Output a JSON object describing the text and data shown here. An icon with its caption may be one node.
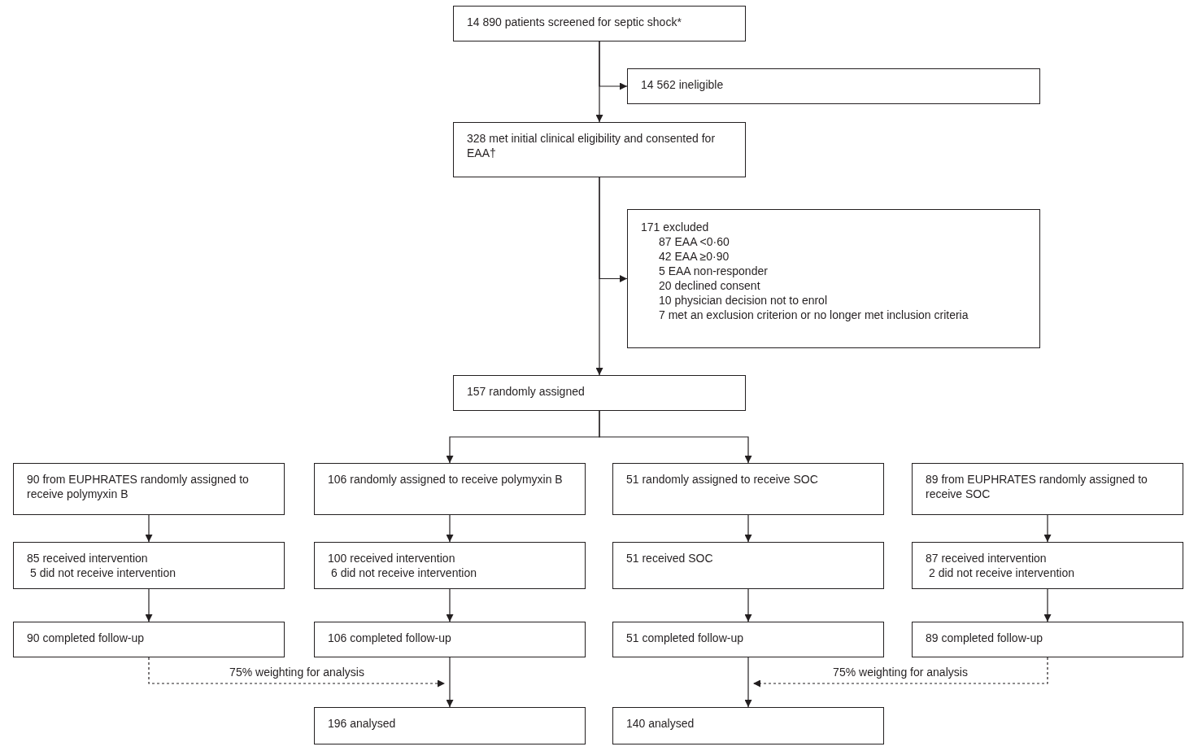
{
  "diagram": {
    "nodes": [
      {
        "text": [
          "14 890 patients screened for septic shock*"
        ]
      },
      {
        "text": [
          "14 562 ineligible"
        ]
      },
      {
        "text": [
          "328 met initial clinical eligibility and consented for EAA†"
        ]
      },
      {
        "text": [
          "171 excluded",
          "87 EAA <0·60",
          "42 EAA ≥0·90",
          "5 EAA non-responder",
          "20 declined consent",
          "10 physician decision not to enrol",
          "7 met an exclusion criterion or no longer met inclusion criteria"
        ]
      },
      {
        "text": [
          "157 randomly assigned"
        ]
      },
      {
        "text": [
          "90 from EUPHRATES randomly assigned to receive polymyxin B"
        ]
      },
      {
        "text": [
          "106 randomly assigned to receive polymyxin B"
        ]
      },
      {
        "text": [
          "51 randomly assigned to receive SOC"
        ]
      },
      {
        "text": [
          "89 from EUPHRATES randomly assigned to receive SOC"
        ]
      },
      {
        "text": [
          "85 received intervention",
          "5 did not receive intervention"
        ]
      },
      {
        "text": [
          "100 received intervention",
          "6 did not receive intervention"
        ]
      },
      {
        "text": [
          "51 received SOC"
        ]
      },
      {
        "text": [
          "87 received intervention",
          "2 did not receive intervention"
        ]
      },
      {
        "text": [
          "90 completed follow-up"
        ]
      },
      {
        "text": [
          "106 completed follow-up"
        ]
      },
      {
        "text": [
          "51 completed follow-up"
        ]
      },
      {
        "text": [
          "89 completed follow-up"
        ]
      },
      {
        "text": [
          "196 analysed"
        ]
      },
      {
        "text": [
          "140 analysed"
        ]
      }
    ],
    "edges": [
      {
        "from": 0,
        "to": 2,
        "arrow": "to"
      },
      {
        "from": 0,
        "to": 1,
        "arrow": "to"
      },
      {
        "from": 2,
        "to": 4,
        "arrow": "to"
      },
      {
        "from": 2,
        "to": 3,
        "arrow": "to"
      },
      {
        "from": 4,
        "to": 6,
        "arrow": "to"
      },
      {
        "from": 4,
        "to": 7,
        "arrow": "to"
      },
      {
        "from": 5,
        "to": 9,
        "arrow": "to"
      },
      {
        "from": 6,
        "to": 10,
        "arrow": "to"
      },
      {
        "from": 7,
        "to": 11,
        "arrow": "to"
      },
      {
        "from": 8,
        "to": 12,
        "arrow": "to"
      },
      {
        "from": 9,
        "to": 13,
        "arrow": "to"
      },
      {
        "from": 10,
        "to": 14,
        "arrow": "to"
      },
      {
        "from": 11,
        "to": 15,
        "arrow": "to"
      },
      {
        "from": 12,
        "to": 16,
        "arrow": "to"
      },
      {
        "from": 13,
        "to": 17,
        "arrow": "to",
        "label": "75% weighting for analysis",
        "style": "dashed"
      },
      {
        "from": 14,
        "to": 17,
        "arrow": "to"
      },
      {
        "from": 15,
        "to": 18,
        "arrow": "to"
      },
      {
        "from": 16,
        "to": 18,
        "arrow": "to",
        "label": "75% weighting for analysis",
        "style": "dashed"
      }
    ]
  }
}
